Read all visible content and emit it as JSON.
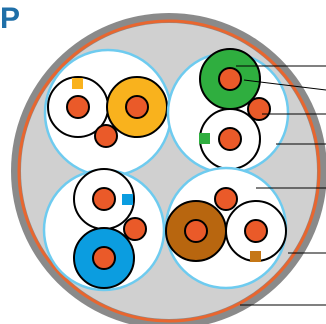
{
  "corner_text": "P",
  "colors": {
    "jacket_outer": "#8a8a8a",
    "jacket_stripe": "#e8662f",
    "filler": "#d0d0d0",
    "pair_sheath": "#ffffff",
    "pair_outline": "#6ecbef",
    "conductor": "#ea5a29",
    "stroke": "#000000",
    "leader": "#000000",
    "orange": "#f9b21d",
    "green": "#2fae3f",
    "blue": "#0b9de0",
    "brown": "#b8660f",
    "marker_orange": "#f9b21d",
    "marker_green": "#2fae3f",
    "marker_blue": "#0b9de0",
    "marker_brown": "#c57717"
  },
  "cable": {
    "pairs": [
      {
        "id": "orange",
        "insulation_color": "orange",
        "marker_color": "marker_orange"
      },
      {
        "id": "green",
        "insulation_color": "green",
        "marker_color": "marker_green"
      },
      {
        "id": "blue",
        "insulation_color": "blue",
        "marker_color": "marker_blue"
      },
      {
        "id": "brown",
        "insulation_color": "brown",
        "marker_color": "marker_brown"
      }
    ]
  }
}
